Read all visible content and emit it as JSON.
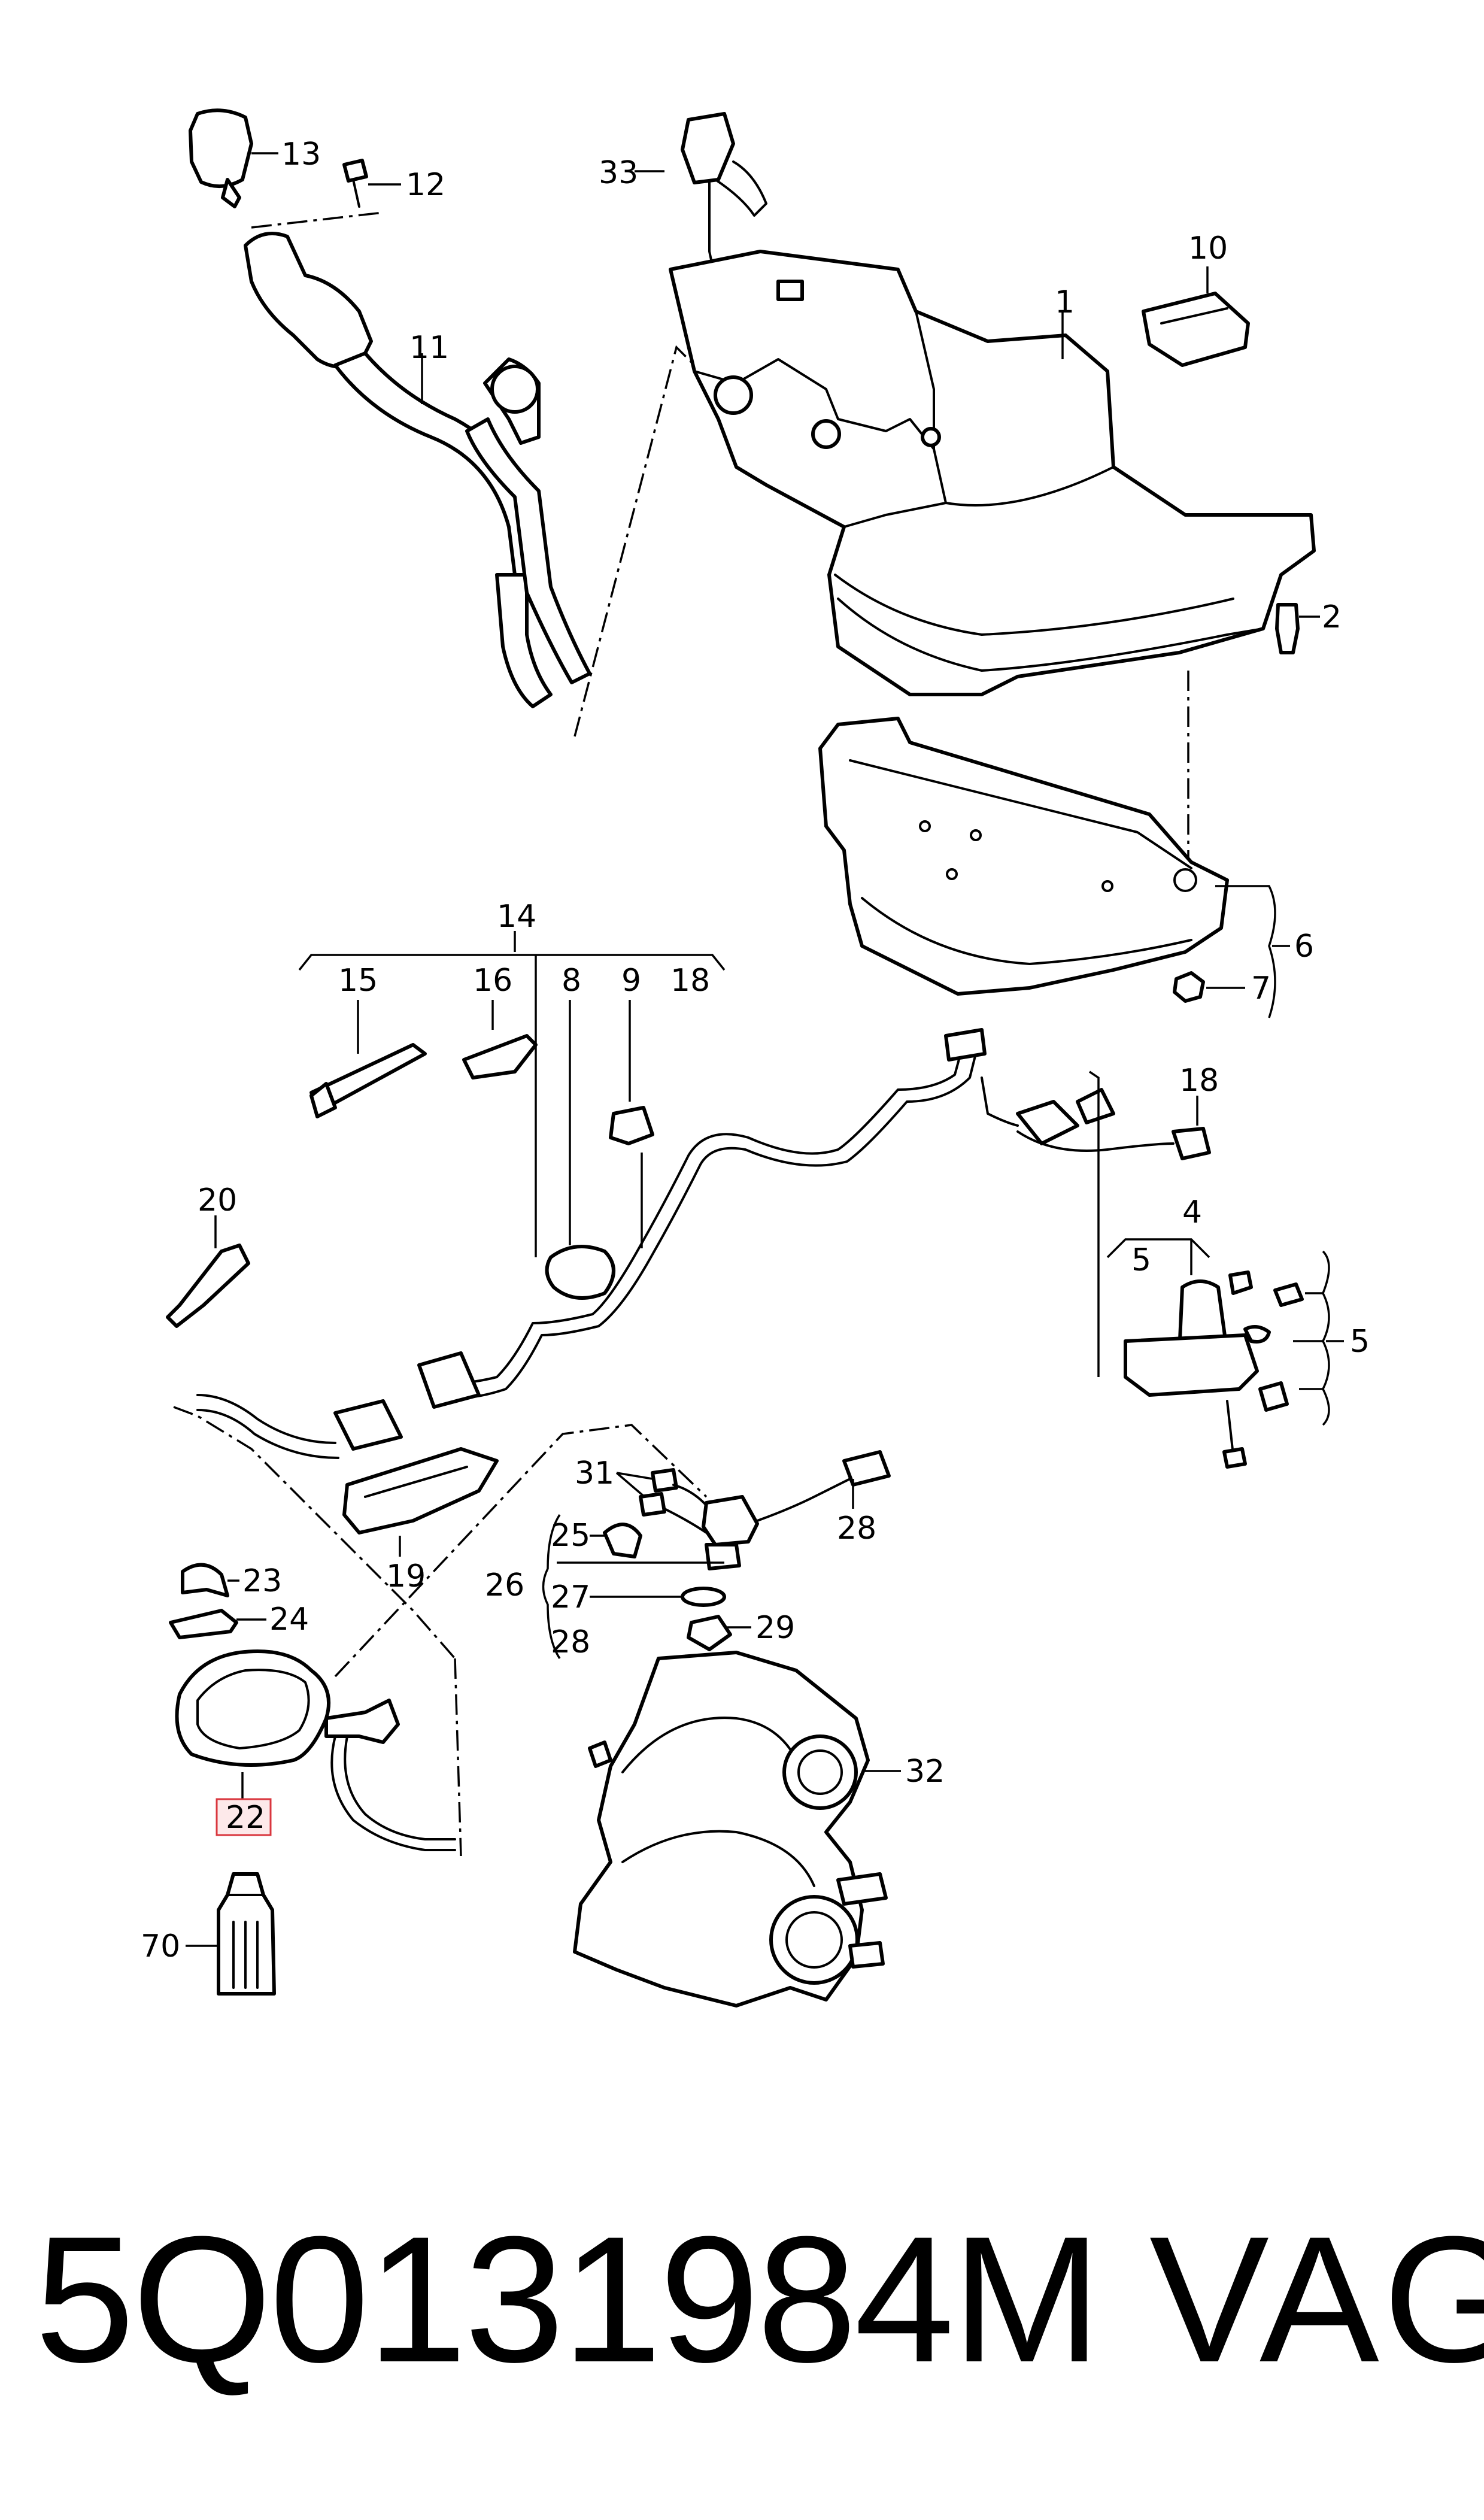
{
  "callouts": {
    "c1": "1",
    "c2": "2",
    "c4": "4",
    "c5a": "5",
    "c5b": "5",
    "c6": "6",
    "c7": "7",
    "c8": "8",
    "c9": "9",
    "c10": "10",
    "c11": "11",
    "c12": "12",
    "c13": "13",
    "c14": "14",
    "c15": "15",
    "c16": "16",
    "c18a": "18",
    "c18b": "18",
    "c19": "19",
    "c20": "20",
    "c22": "22",
    "c23": "23",
    "c24": "24",
    "c25": "25",
    "c26": "26",
    "c27": "27",
    "c28a": "28",
    "c28b": "28",
    "c29": "29",
    "c31": "31",
    "c32": "32",
    "c33": "33",
    "c70": "70"
  },
  "highlighted_part": "22",
  "highlight_color": "#d9363e",
  "footer": {
    "part_number": "5Q0131984M",
    "brand": "VAG"
  }
}
